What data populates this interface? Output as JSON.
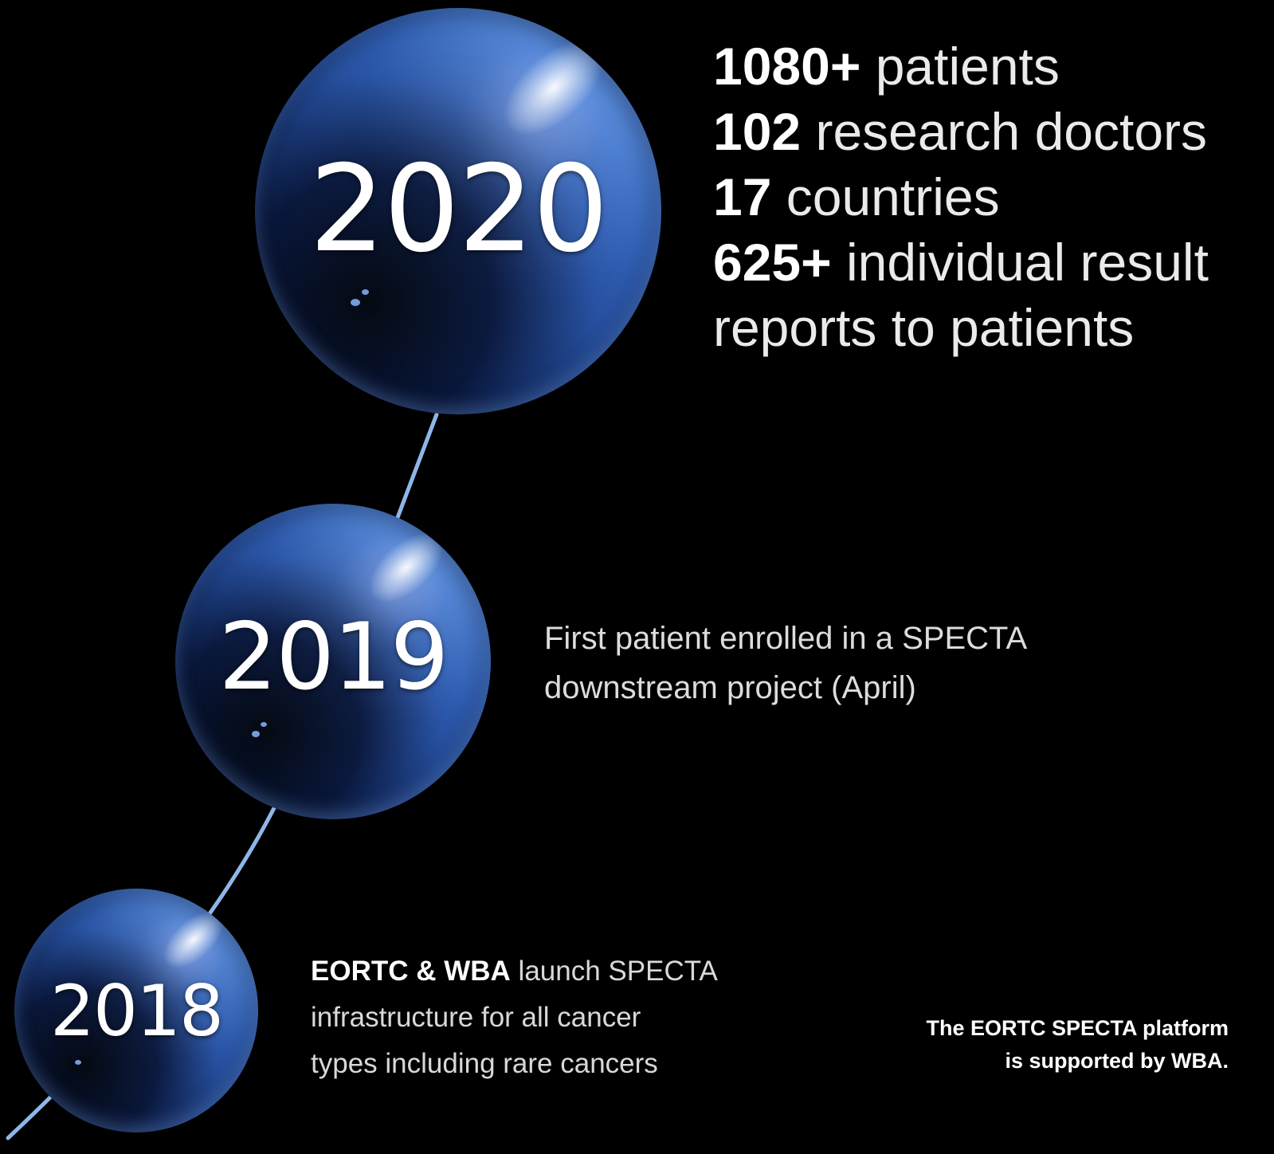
{
  "timeline": [
    {
      "year": "2020",
      "stats": [
        {
          "value": "1080+",
          "label": "patients"
        },
        {
          "value": "102",
          "label": "research doctors"
        },
        {
          "value": "17",
          "label": "countries"
        },
        {
          "value": "625+",
          "label": "individual result"
        }
      ],
      "stats_continuation": "reports to patients"
    },
    {
      "year": "2019",
      "description_lines": [
        "First patient enrolled in a SPECTA",
        "downstream project (April)"
      ]
    },
    {
      "year": "2018",
      "lead_bold": "EORTC & WBA",
      "lead_rest": "launch SPECTA",
      "description_lines": [
        "infrastructure for all cancer",
        "types including rare  cancers"
      ]
    }
  ],
  "footnote": {
    "line1": "The EORTC SPECTA platform",
    "line2": "is supported by WBA."
  },
  "colors": {
    "background": "#000000",
    "orb": "#2a58ad",
    "connector": "#8fb6ea",
    "text": "#e8e8e8"
  }
}
